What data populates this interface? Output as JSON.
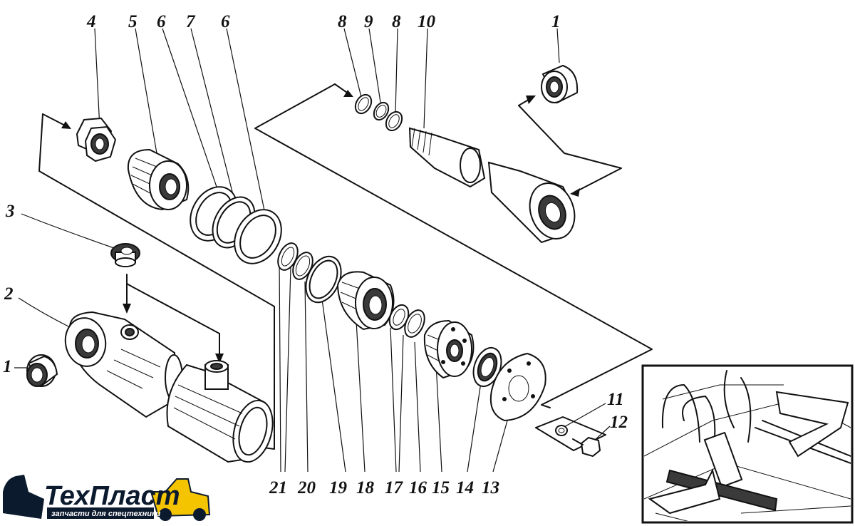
{
  "labels": {
    "l4": "4",
    "l5": "5",
    "l6a": "6",
    "l7": "7",
    "l6b": "6",
    "l8a": "8",
    "l9": "9",
    "l8b": "8",
    "l10": "10",
    "l1top": "1",
    "l3": "3",
    "l2": "2",
    "l1left": "1",
    "l11": "11",
    "l12": "12",
    "b21": "21",
    "b20": "20",
    "b19": "19",
    "b18": "18",
    "b17": "17",
    "b16": "16",
    "b15": "15",
    "b14": "14",
    "b13": "13"
  },
  "logo": {
    "brand": "ТехПласт",
    "tagline": "запчасти для спецтехники",
    "brand_color": "#0c1a2e",
    "accent_color": "#f5c400"
  },
  "colors": {
    "ink": "#111111",
    "background": "#ffffff"
  }
}
